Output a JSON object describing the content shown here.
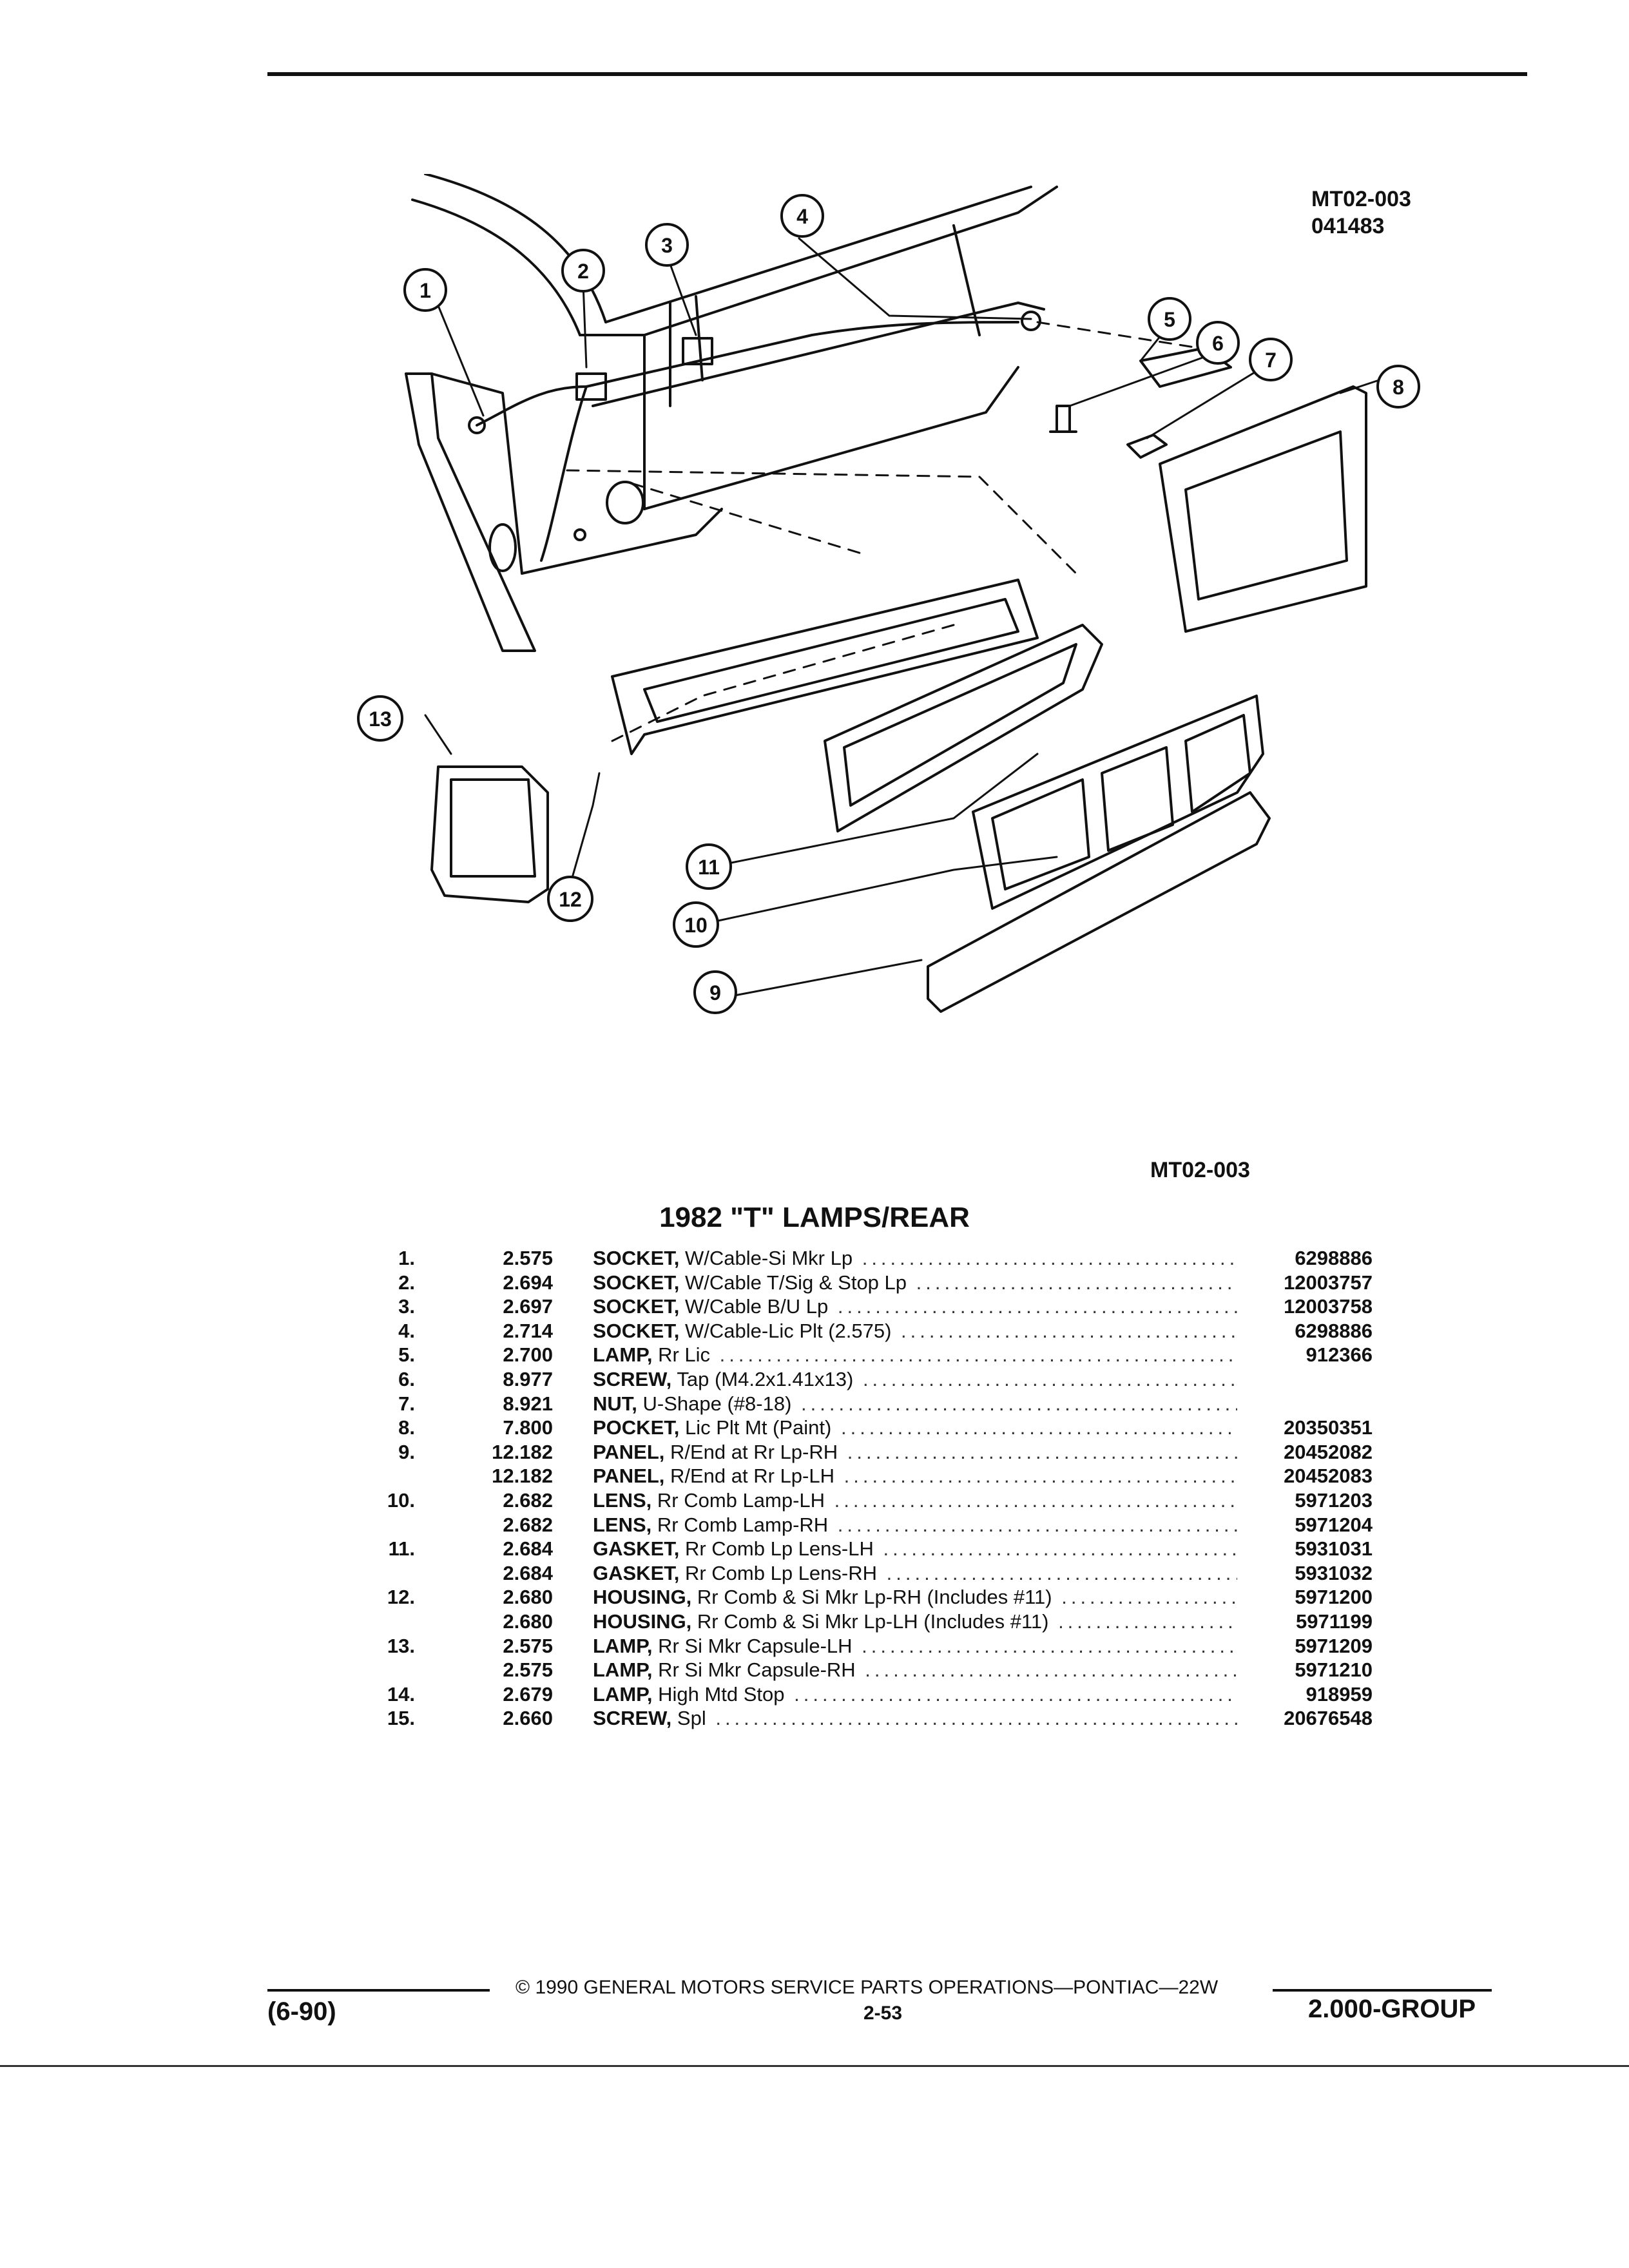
{
  "figure": {
    "code": "MT02-003",
    "date": "041483",
    "caption_code": "MT02-003",
    "callouts": [
      "1",
      "2",
      "3",
      "4",
      "5",
      "6",
      "7",
      "8",
      "9",
      "10",
      "11",
      "12",
      "13"
    ]
  },
  "table": {
    "title": "1982 \"T\" LAMPS/REAR",
    "rows": [
      {
        "no": "1.",
        "group": "2.575",
        "name": "SOCKET,",
        "detail": " W/Cable-Si Mkr Lp",
        "part": "6298886"
      },
      {
        "no": "2.",
        "group": "2.694",
        "name": "SOCKET,",
        "detail": " W/Cable T/Sig & Stop Lp",
        "part": "12003757"
      },
      {
        "no": "3.",
        "group": "2.697",
        "name": "SOCKET,",
        "detail": " W/Cable B/U Lp",
        "part": "12003758"
      },
      {
        "no": "4.",
        "group": "2.714",
        "name": "SOCKET,",
        "detail": " W/Cable-Lic Plt (2.575)",
        "part": "6298886"
      },
      {
        "no": "5.",
        "group": "2.700",
        "name": "LAMP,",
        "detail": " Rr Lic",
        "part": "912366"
      },
      {
        "no": "6.",
        "group": "8.977",
        "name": "SCREW,",
        "detail": " Tap (M4.2x1.41x13)",
        "part": ""
      },
      {
        "no": "7.",
        "group": "8.921",
        "name": "NUT,",
        "detail": " U-Shape (#8-18)",
        "part": ""
      },
      {
        "no": "8.",
        "group": "7.800",
        "name": "POCKET,",
        "detail": " Lic Plt Mt (Paint)",
        "part": "20350351"
      },
      {
        "no": "9.",
        "group": "12.182",
        "name": "PANEL,",
        "detail": " R/End at Rr Lp-RH",
        "part": "20452082"
      },
      {
        "no": "",
        "group": "12.182",
        "name": "PANEL,",
        "detail": " R/End at Rr Lp-LH",
        "part": "20452083"
      },
      {
        "no": "10.",
        "group": "2.682",
        "name": "LENS,",
        "detail": " Rr Comb Lamp-LH",
        "part": "5971203"
      },
      {
        "no": "",
        "group": "2.682",
        "name": "LENS,",
        "detail": " Rr Comb Lamp-RH",
        "part": "5971204"
      },
      {
        "no": "11.",
        "group": "2.684",
        "name": "GASKET,",
        "detail": " Rr Comb Lp Lens-LH",
        "part": "5931031"
      },
      {
        "no": "",
        "group": "2.684",
        "name": "GASKET,",
        "detail": " Rr Comb Lp Lens-RH",
        "part": "5931032"
      },
      {
        "no": "12.",
        "group": "2.680",
        "name": "HOUSING,",
        "detail": " Rr Comb & Si Mkr Lp-RH (Includes #11)",
        "part": "5971200"
      },
      {
        "no": "",
        "group": "2.680",
        "name": "HOUSING,",
        "detail": " Rr Comb & Si Mkr Lp-LH (Includes #11)",
        "part": "5971199"
      },
      {
        "no": "13.",
        "group": "2.575",
        "name": "LAMP,",
        "detail": " Rr Si Mkr Capsule-LH",
        "part": "5971209"
      },
      {
        "no": "",
        "group": "2.575",
        "name": "LAMP,",
        "detail": " Rr Si Mkr Capsule-RH",
        "part": "5971210"
      },
      {
        "no": "14.",
        "group": "2.679",
        "name": "LAMP,",
        "detail": " High Mtd Stop",
        "part": "918959"
      },
      {
        "no": "15.",
        "group": "2.660",
        "name": "SCREW,",
        "detail": " Spl",
        "part": "20676548"
      }
    ]
  },
  "footer": {
    "copyright": "© 1990 GENERAL MOTORS SERVICE PARTS OPERATIONS—PONTIAC—22W",
    "page": "2-53",
    "date_code": "(6-90)",
    "group": "2.000-GROUP"
  }
}
